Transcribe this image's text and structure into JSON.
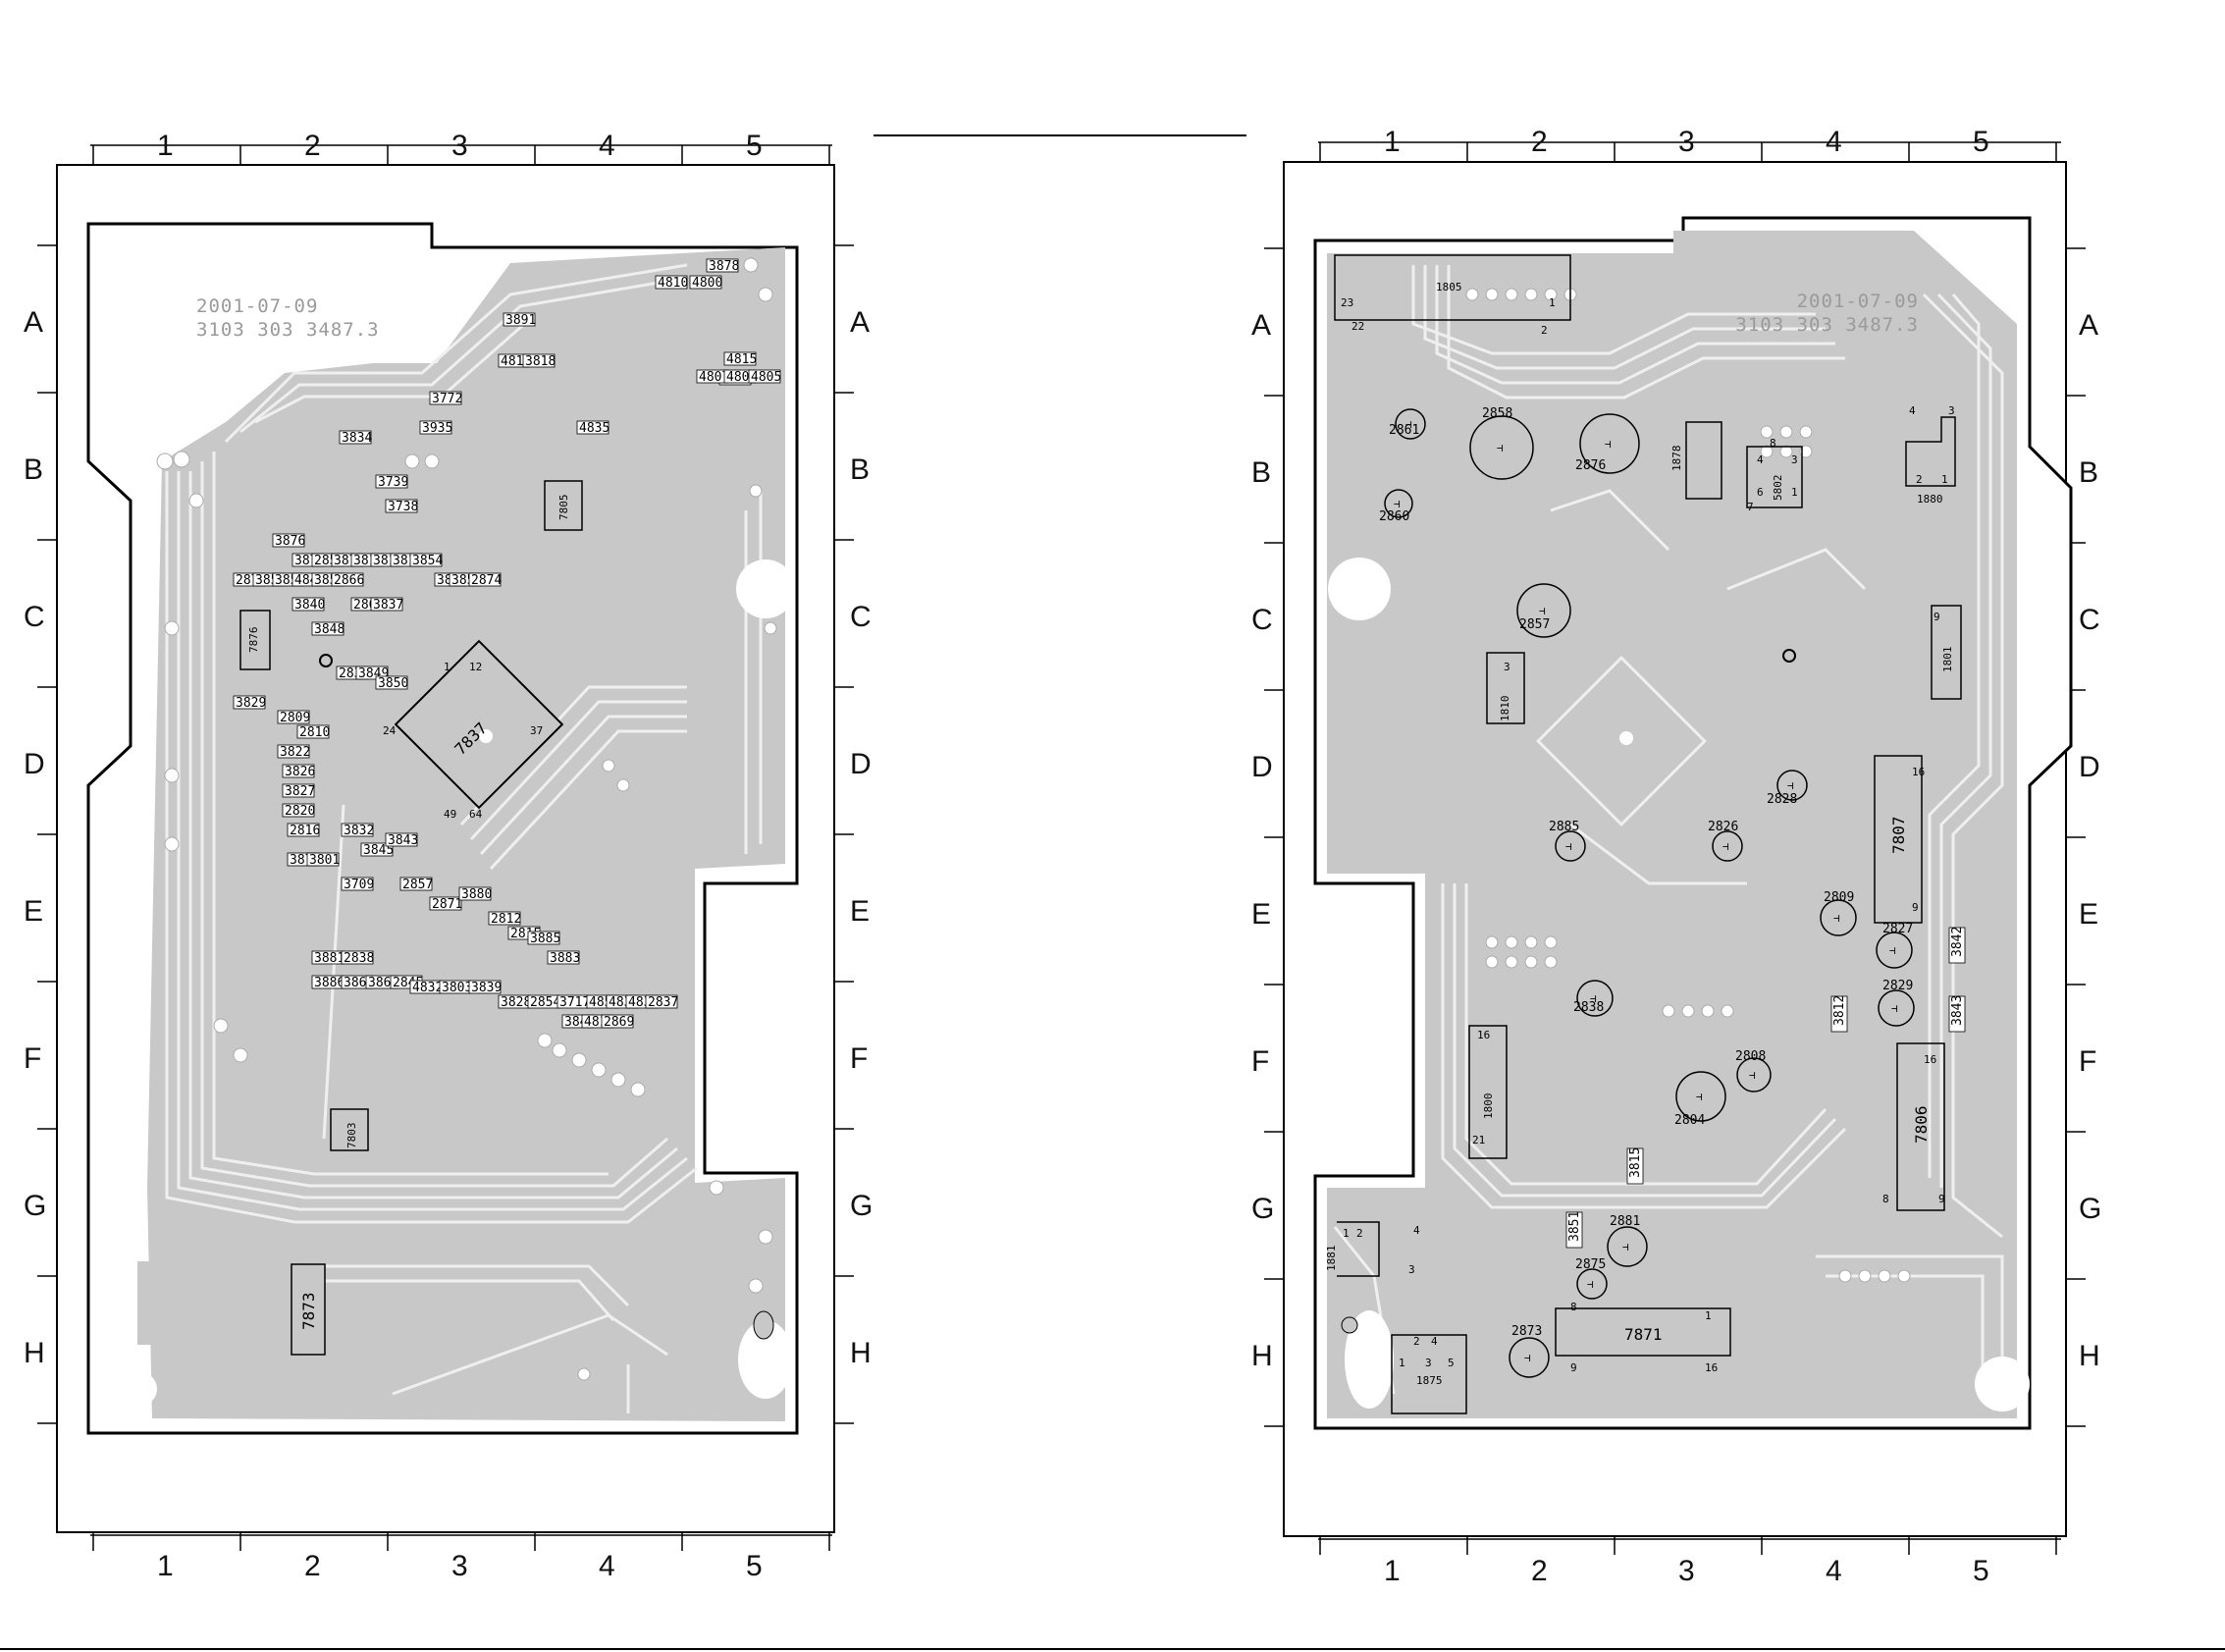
{
  "columns": [
    "1",
    "2",
    "3",
    "4",
    "5"
  ],
  "rows": [
    "A",
    "B",
    "C",
    "D",
    "E",
    "F",
    "G",
    "H"
  ],
  "colors": {
    "board": "#c8c8c8",
    "track": "#efefef",
    "line": "#000000",
    "stamp": "#9a9a9a"
  },
  "left_board": {
    "stamp_date": "2001-07-09",
    "stamp_code": "3103 303 3487.3",
    "main_ic": {
      "ref": "7837",
      "pins": [
        "1",
        "12",
        "24",
        "37",
        "49",
        "64"
      ]
    },
    "ics": [
      {
        "ref": "7876"
      },
      {
        "ref": "7873"
      },
      {
        "ref": "7803"
      },
      {
        "ref": "7805"
      }
    ],
    "parts": [
      "3878",
      "4810",
      "4800",
      "3891",
      "4819",
      "3818",
      "4815",
      "4808",
      "4807",
      "4806",
      "4805",
      "3772",
      "3935",
      "3834",
      "4835",
      "3739",
      "3738",
      "3876",
      "3875",
      "2855",
      "3874",
      "3810",
      "3811",
      "3812",
      "3854",
      "3855",
      "3856",
      "2874",
      "2873",
      "3857",
      "3858",
      "4842",
      "3853",
      "2866",
      "2863",
      "3837",
      "3840",
      "3848",
      "2831",
      "3849",
      "3850",
      "3829",
      "2809",
      "2810",
      "3822",
      "3826",
      "3827",
      "2820",
      "2816",
      "3832",
      "3845",
      "3843",
      "3870",
      "3801",
      "3709",
      "2857",
      "2871",
      "3880",
      "2812",
      "2815",
      "3885",
      "3883",
      "3881",
      "2838",
      "3886",
      "3864",
      "3863",
      "2845",
      "4832",
      "3803",
      "3839",
      "3828",
      "2854",
      "3717",
      "4855",
      "4836",
      "4838",
      "2837",
      "3847",
      "4811",
      "2869"
    ]
  },
  "right_board": {
    "stamp_date": "2001-07-09",
    "stamp_code": "3103 303 3487.3",
    "connectors": [
      {
        "ref": "1805",
        "pins": [
          "23",
          "22",
          "1",
          "2"
        ]
      },
      {
        "ref": "1878",
        "pins": []
      },
      {
        "ref": "5802",
        "pins": [
          "8",
          "4",
          "6",
          "1",
          "3",
          "7"
        ]
      },
      {
        "ref": "1880",
        "pins": [
          "4",
          "3",
          "2",
          "1"
        ]
      },
      {
        "ref": "1801",
        "pins": [
          "9"
        ]
      },
      {
        "ref": "1810",
        "pins": [
          "3"
        ]
      },
      {
        "ref": "1800",
        "pins": [
          "16",
          "21"
        ]
      },
      {
        "ref": "1881",
        "pins": [
          "1",
          "2",
          "3",
          "4"
        ]
      },
      {
        "ref": "1875",
        "pins": [
          "2",
          "4",
          "1",
          "3",
          "5"
        ]
      }
    ],
    "ics": [
      {
        "ref": "7807",
        "pins": [
          "16",
          "9"
        ]
      },
      {
        "ref": "7806",
        "pins": [
          "16",
          "8",
          "9"
        ]
      },
      {
        "ref": "7871",
        "pins": [
          "1",
          "8",
          "9",
          "16"
        ]
      }
    ],
    "caps": [
      "2861",
      "2860",
      "2858",
      "2876",
      "2857",
      "2885",
      "2826",
      "2828",
      "2809",
      "2827",
      "2838",
      "2829",
      "2804",
      "2808",
      "2881",
      "2875",
      "2873"
    ],
    "smd": [
      "3812",
      "3842",
      "3843",
      "3815",
      "3851"
    ]
  }
}
